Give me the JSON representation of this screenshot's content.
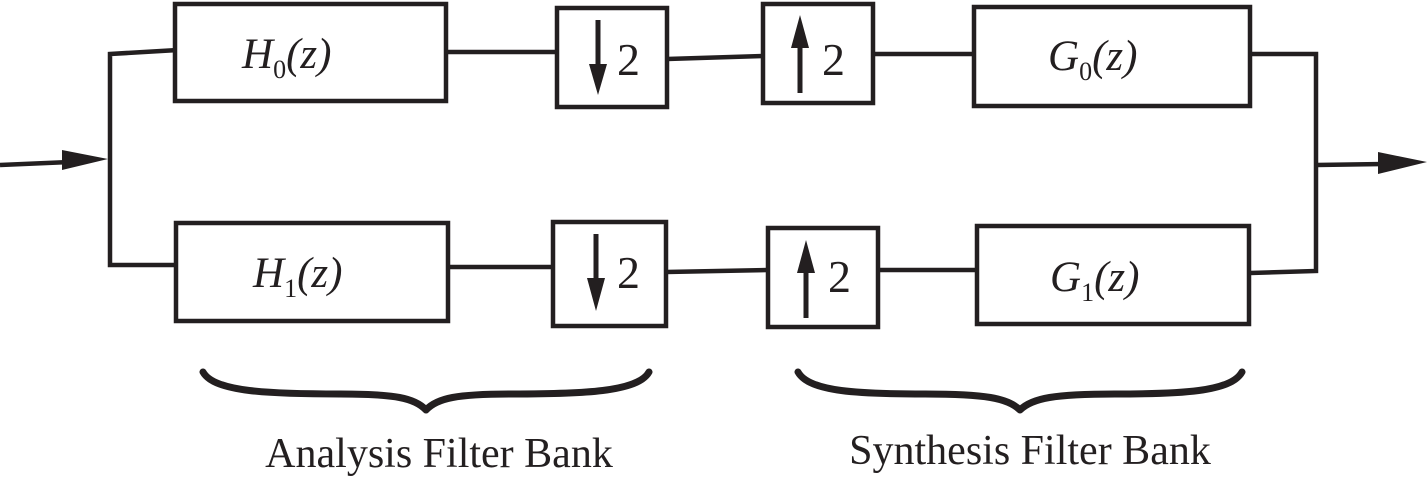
{
  "filters": {
    "h0": {
      "symbol": "H",
      "sub": "0",
      "arg": "(z)"
    },
    "h1": {
      "symbol": "H",
      "sub": "1",
      "arg": "(z)"
    },
    "g0": {
      "symbol": "G",
      "sub": "0",
      "arg": "(z)"
    },
    "g1": {
      "symbol": "G",
      "sub": "1",
      "arg": "(z)"
    }
  },
  "samplers": {
    "down_top": "2",
    "down_bottom": "2",
    "up_top": "2",
    "up_bottom": "2"
  },
  "labels": {
    "analysis": "Analysis Filter Bank",
    "synthesis": "Synthesis Filter Bank"
  },
  "colors": {
    "ink": "#231f20",
    "background": "#ffffff"
  }
}
